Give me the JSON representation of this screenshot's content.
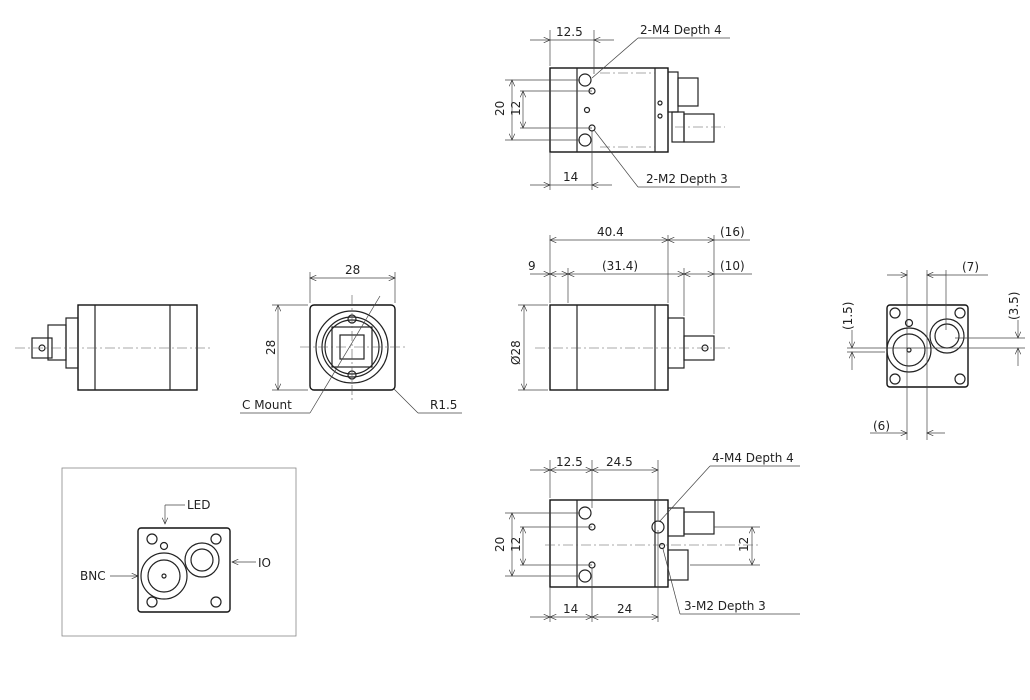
{
  "top_view": {
    "dim_12_5": "12.5",
    "note_m4": "2-M4 Depth 4",
    "dim_20": "20",
    "dim_12": "12",
    "dim_14": "14",
    "note_m2": "2-M2 Depth 3"
  },
  "front_view": {
    "dim_width": "28",
    "dim_height": "28",
    "note_mount": "C Mount",
    "note_radius": "R1.5"
  },
  "side_view": {
    "dim_40_4": "40.4",
    "dim_16": "(16)",
    "dim_9": "9",
    "dim_31_4": "(31.4)",
    "dim_10": "(10)",
    "dim_dia": "Ø28"
  },
  "rear_view": {
    "dim_7": "(7)",
    "dim_1_5": "(1.5)",
    "dim_3_5": "(3.5)",
    "dim_6": "(6)"
  },
  "bottom_view": {
    "dim_12_5": "12.5",
    "dim_24_5": "24.5",
    "note_m4": "4-M4 Depth 4",
    "dim_20": "20",
    "dim_12": "12",
    "dim_12_right": "12",
    "dim_14": "14",
    "dim_24": "24",
    "note_m2": "3-M2 Depth 3"
  },
  "inset": {
    "led": "LED",
    "bnc": "BNC",
    "io": "IO"
  }
}
